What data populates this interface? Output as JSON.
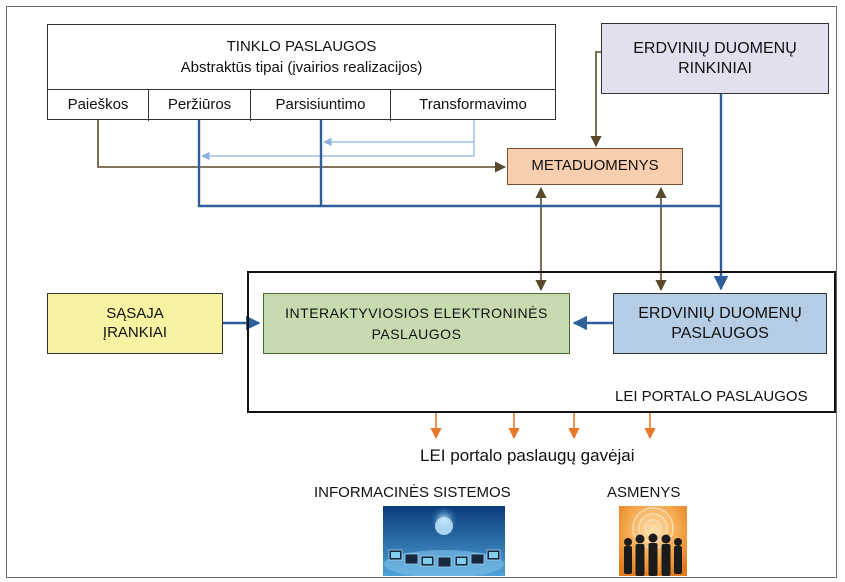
{
  "tinklo_paslaugos": {
    "title": "TINKLO PASLAUGOS",
    "subtitle": "Abstraktūs tipai (įvairios realizacijos)",
    "types": [
      "Paieškos",
      "Peržiūros",
      "Parsisiuntimo",
      "Transformavimo"
    ]
  },
  "erdviniu_rinkiniai": {
    "line1": "ERDVINIŲ DUOMENŲ",
    "line2": "RINKINIAI"
  },
  "metaduomenys": {
    "label": "METADUOMENYS"
  },
  "sasaja": {
    "line1": "SĄSAJA",
    "line2": "ĮRANKIAI"
  },
  "interaktyvios": {
    "line1": "INTERAKTYVIOSIOS ELEKTRONINĖS",
    "line2": "PASLAUGOS"
  },
  "erdviniu_paslaugos": {
    "line1": "ERDVINIŲ DUOMENŲ",
    "line2": "PASLAUGOS"
  },
  "portal_label": "LEI PORTALO PASLAUGOS",
  "recipients_label": "LEI portalo paslaugų gavėjai",
  "informacines_sistemos": "INFORMACINĖS SISTEMOS",
  "asmenys": "ASMENYS",
  "colors": {
    "olive_arrow": "#5a4a2c",
    "blue_arrow": "#2f5f9a",
    "light_blue_arrow": "#8db3e2",
    "orange_arrow": "#e8782a"
  }
}
